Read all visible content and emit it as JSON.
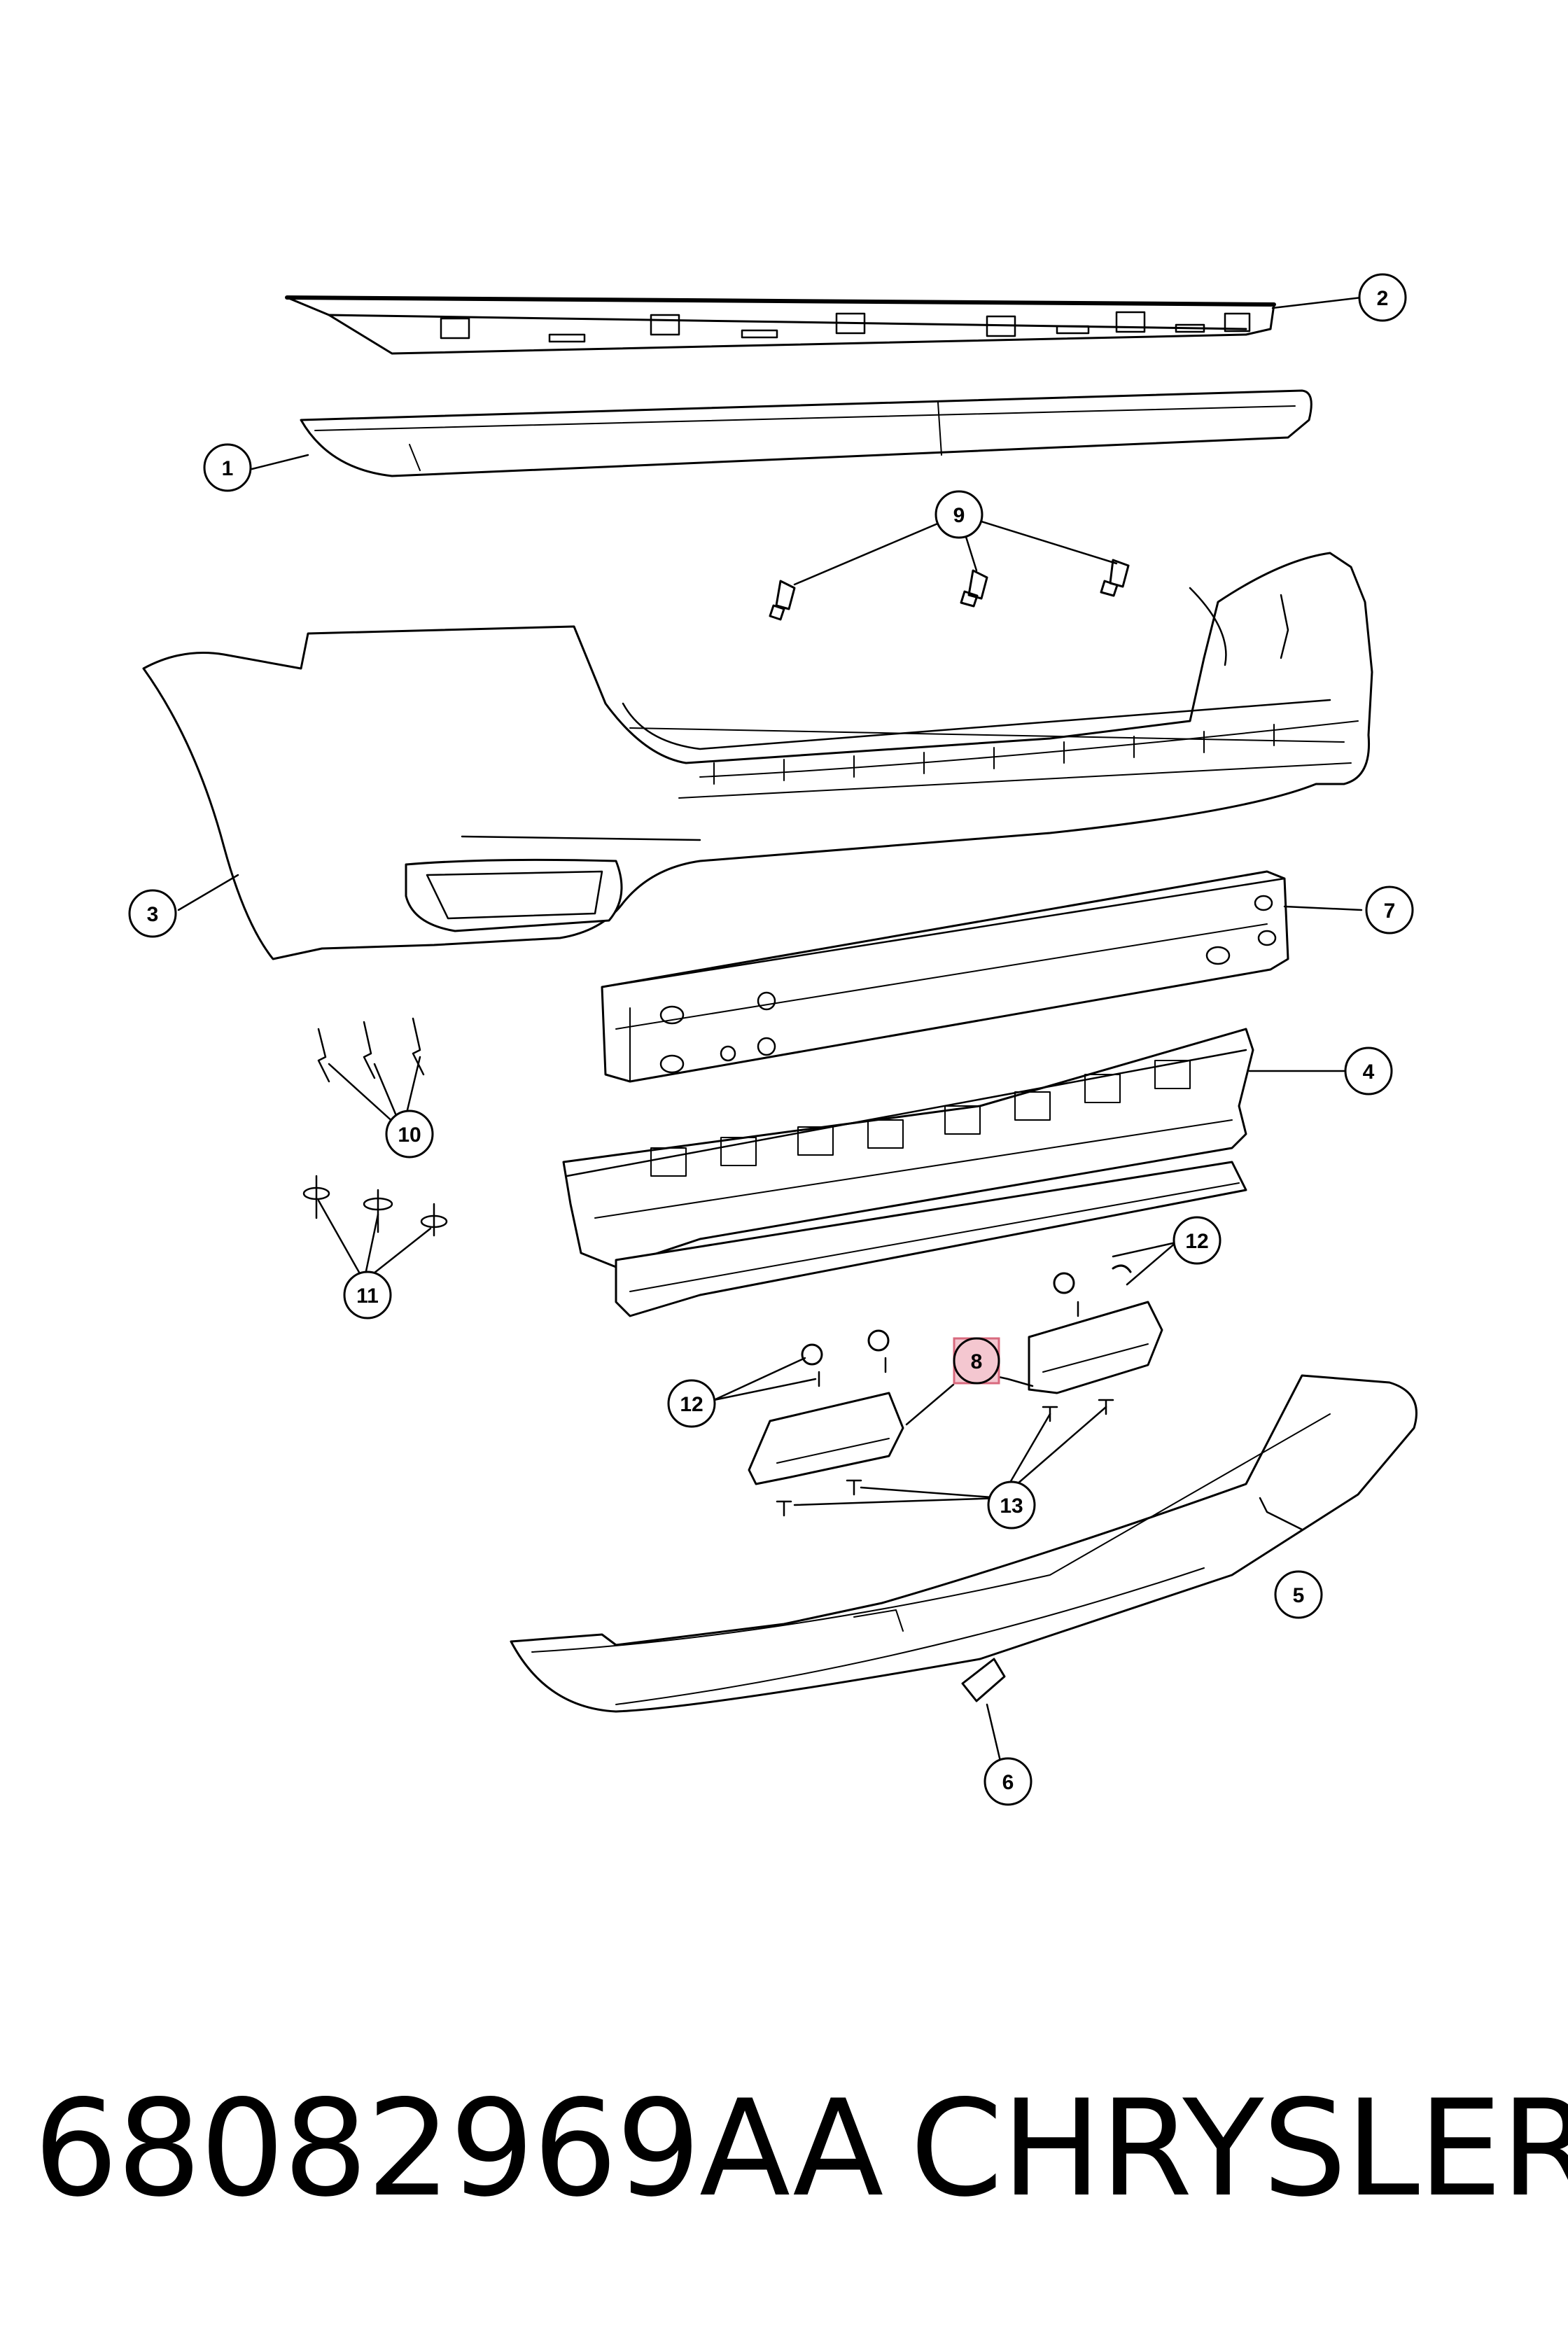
{
  "diagram": {
    "callouts": [
      {
        "id": "c1",
        "label": "1"
      },
      {
        "id": "c2",
        "label": "2"
      },
      {
        "id": "c3",
        "label": "3"
      },
      {
        "id": "c4",
        "label": "4"
      },
      {
        "id": "c5",
        "label": "5"
      },
      {
        "id": "c6",
        "label": "6"
      },
      {
        "id": "c7",
        "label": "7"
      },
      {
        "id": "c8",
        "label": "8",
        "highlighted": true
      },
      {
        "id": "c9",
        "label": "9"
      },
      {
        "id": "c10",
        "label": "10"
      },
      {
        "id": "c11",
        "label": "11"
      },
      {
        "id": "c12a",
        "label": "12"
      },
      {
        "id": "c12b",
        "label": "12"
      },
      {
        "id": "c13",
        "label": "13"
      }
    ],
    "highlight_color": "#f4c7d0",
    "highlight_border": "#d86a7e"
  },
  "footer": {
    "part_number": "68082969AA",
    "brand": "CHRYSLER"
  }
}
